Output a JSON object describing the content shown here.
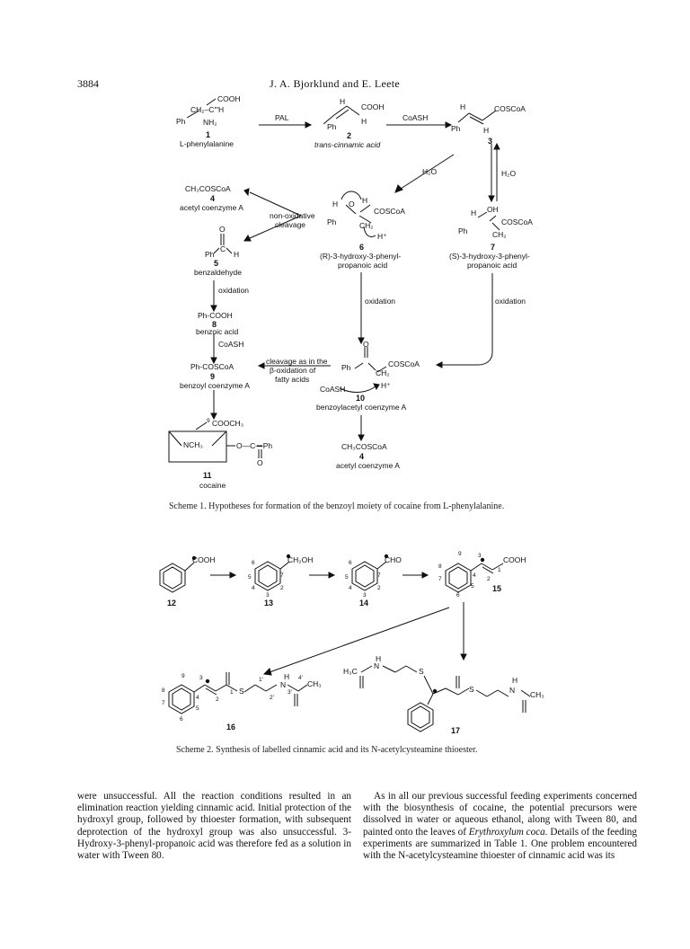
{
  "header": {
    "page_number": "3884",
    "running_title": "J. A. Bjorklund and E. Leete"
  },
  "scheme1": {
    "caption": "Scheme 1. Hypotheses for formation of the benzoyl moiety of cocaine from L-phenylalanine.",
    "labels": {
      "c1_cooh": "COOH",
      "c1_ch2": "CH₂–C″′H",
      "c1_ph": "Ph",
      "c1_nh2": "NH₂",
      "c1_num": "1",
      "c1_name": "L-phenylalanine",
      "pal": "PAL",
      "c2_h": "H",
      "c2_cooh": "COOH",
      "c2_ph": "Ph",
      "c2_h2": "H",
      "c2_num": "2",
      "c2_name": "trans-cinnamic acid",
      "coash1": "CoASH",
      "c3_h": "H",
      "c3_coscoa": "COSCoA",
      "c3_ph": "Ph",
      "c3_h2": "H",
      "c3_num": "3",
      "h2o_left": "H₂O",
      "h2o_right": "H₂O",
      "c4_formula": "CH₃COSCoA",
      "c4_num": "4",
      "c4_name": "acetyl coenzyme A",
      "nonox": "non-oxidative",
      "cleavage": "cleavage",
      "c6_h": "H",
      "c6_o": "O",
      "c6_h2": "H",
      "c6_coscoa": "COSCoA",
      "c6_ph": "Ph",
      "c6_ch2": "CH₂",
      "c6_hplus": "H⁺",
      "c6_num": "6",
      "c6_name1": "(R)-3-hydroxy-3-phenyl-",
      "c6_name2": "propanoic acid",
      "c7_h": "H",
      "c7_oh": "OH",
      "c7_coscoa": "COSCoA",
      "c7_ph": "Ph",
      "c7_ch2": "CH₂",
      "c7_num": "7",
      "c7_name1": "(S)-3-hydroxy-3-phenyl-",
      "c7_name2": "propanoic acid",
      "c5_ph": "Ph",
      "c5_h": "H",
      "c5_o": "O",
      "c5_c": "C",
      "c5_num": "5",
      "c5_name": "benzaldehyde",
      "ox1": "oxidation",
      "c8_formula": "Ph-COOH",
      "c8_num": "8",
      "c8_name": "benzoic acid",
      "coash2": "CoASH",
      "ox2": "oxidation",
      "ox3": "oxidation",
      "c9_formula": "Ph-COSCoA",
      "c9_num": "9",
      "c9_name": "benzoyl coenzyme A",
      "clv1": "cleavage as in the",
      "clv2": "β-oxidation of",
      "clv3": "fatty acids",
      "c10_o": "O",
      "c10_ph": "Ph",
      "c10_ch2": "CH₂",
      "c10_coscoa": "COSCoA",
      "c10_coash": "CoASH",
      "c10_hplus": "H⁺",
      "c10_num": "10",
      "c10_name": "benzoylacetyl coenzyme A",
      "c4b_formula": "CH₃COSCoA",
      "c4b_num": "4",
      "c4b_name": "acetyl coenzyme A",
      "c11_cooch3": "COOCH₃",
      "c11_nine": "9",
      "c11_nch3": "NCH₃",
      "c11_ester": "O—C—Ph",
      "c11_o": "O",
      "c11_num": "11",
      "c11_name": "cocaine"
    }
  },
  "scheme2": {
    "caption": "Scheme 2. Synthesis of labelled cinnamic acid and its N-acetylcysteamine thioester.",
    "labels": {
      "c12_cooh": "COOH",
      "c12_num": "12",
      "c13_ch2oh": "CH₂OH",
      "c13_num": "13",
      "c14_cho": "CHO",
      "c14_num": "14",
      "c15_cooh": "COOH",
      "c15_num": "15",
      "c16_num": "16",
      "c17_num": "17",
      "c16_h": "H",
      "c16_n": "N",
      "c16_ch3": "CH₃",
      "c16_s": "S",
      "c17_h3c": "H₃C",
      "c17_h": "H",
      "c17_n": "N",
      "c17_s": "S",
      "c17_s2": "S",
      "c17_h2": "H",
      "c17_n2": "N",
      "c17_ch3": "CH₃",
      "n6": "6",
      "n5": "5",
      "n4": "4",
      "n3": "3",
      "n2": "2",
      "n7": "7",
      "n1": "1",
      "n8": "8",
      "n9": "9",
      "n1p": "1′",
      "n2p": "2′",
      "n3p": "3′",
      "n4p": "4′"
    }
  },
  "body": {
    "left_col": "were unsuccessful. All the reaction conditions resulted in an elimination reaction yielding cinnamic acid. Initial protection of the hydroxyl group, followed by thioester formation, with subsequent deprotection of the hydroxyl group was also unsuccessful. 3-Hydroxy-3-phenyl-propanoic acid was therefore fed as a solution in water with Tween 80.",
    "right_col_1": "As in all our previous successful feeding experiments concerned with the biosynthesis of cocaine, the potential precursors were dissolved in water or aqueous ethanol, along with Tween 80, and painted onto the leaves of ",
    "right_col_species": "Erythroxylum coca.",
    "right_col_2": " Details of the feeding experiments are summarized in Table 1. One problem encountered with the N-acetylcysteamine thioester of cinnamic acid was its"
  }
}
